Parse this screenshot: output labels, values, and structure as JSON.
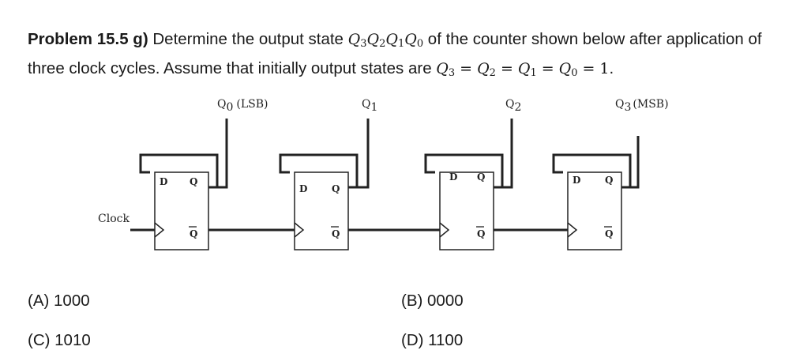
{
  "problem": {
    "label": "Problem 15.5 g)",
    "text_1": " Determine the output state ",
    "text_2": " of the counter shown below after application of three clock cycles. Assume that initially output states are ",
    "text_end": ".",
    "initial_value": "1"
  },
  "circuit": {
    "clock_label": "Clock",
    "pin_d": "D",
    "pin_q": "Q",
    "pin_qbar": "Q",
    "outputs": [
      {
        "name": "Q",
        "sub": "0",
        "suffix": "(LSB)"
      },
      {
        "name": "Q",
        "sub": "1",
        "suffix": ""
      },
      {
        "name": "Q",
        "sub": "2",
        "suffix": ""
      },
      {
        "name": "Q",
        "sub": "3",
        "suffix": "(MSB)"
      }
    ]
  },
  "answers": [
    {
      "label": "(A) 1000"
    },
    {
      "label": "(B) 0000"
    },
    {
      "label": "(C) 1010"
    },
    {
      "label": "(D) 1100"
    }
  ]
}
